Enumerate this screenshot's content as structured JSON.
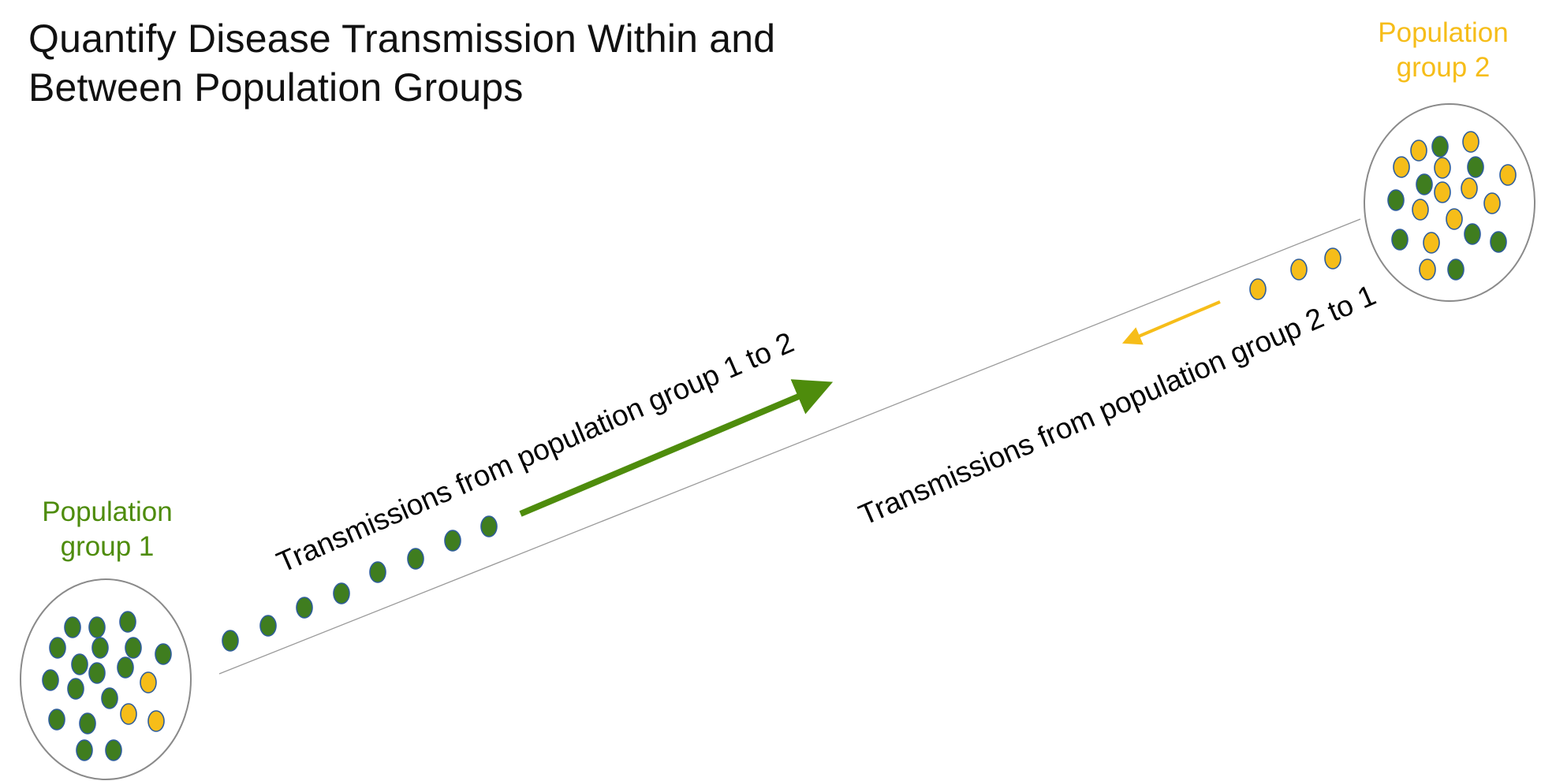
{
  "title": {
    "line1": "Quantify Disease Transmission Within and",
    "line2": "Between Population Groups"
  },
  "groups": [
    {
      "name": "group1",
      "label_line1": "Population",
      "label_line2": "group 1",
      "color": "#4e8c0c"
    },
    {
      "name": "group2",
      "label_line1": "Population",
      "label_line2": "group 2",
      "color": "#f6bd19"
    }
  ],
  "transmissions": [
    {
      "from": "group1",
      "to": "group2",
      "label": "Transmissions from population group 1 to 2",
      "color": "#4e8c0c"
    },
    {
      "from": "group2",
      "to": "group1",
      "label": "Transmissions from population group 2 to 1",
      "color": "#f6bd19"
    }
  ],
  "colors": {
    "group1_individual": "#3f7d1f",
    "group2_individual": "#f6bd19",
    "outline": "#2e5d9a",
    "circle_border": "#8a8a8a",
    "divider": "#9a9a9a"
  }
}
